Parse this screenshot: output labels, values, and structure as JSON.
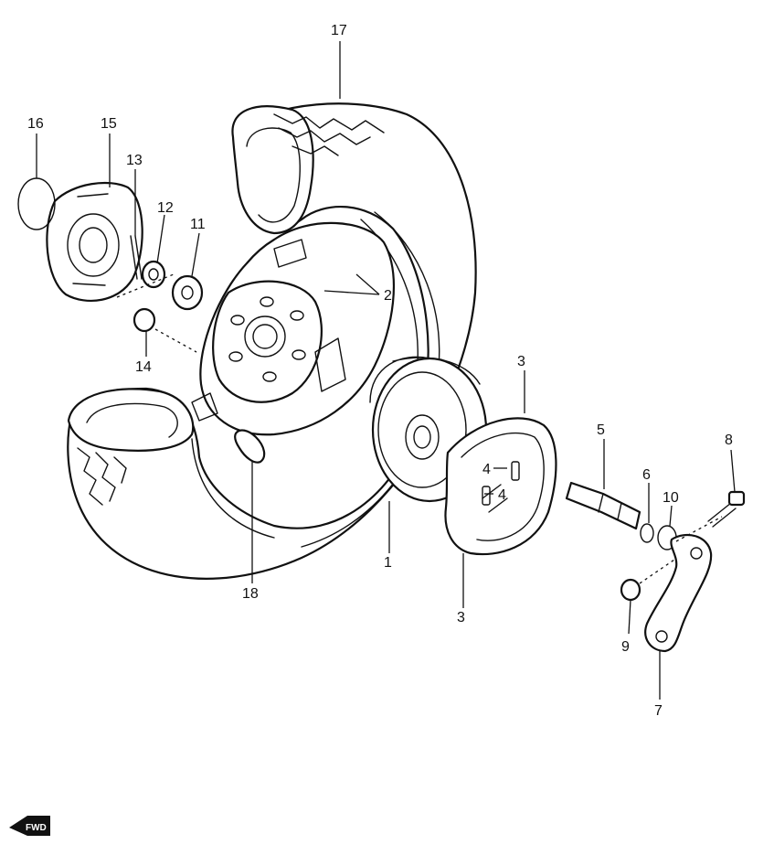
{
  "diagram": {
    "colors": {
      "ink": "#111111",
      "paper": "#ffffff"
    },
    "fwd_badge": "FWD",
    "callouts": [
      {
        "id": "c1",
        "label": "1"
      },
      {
        "id": "c2",
        "label": "2"
      },
      {
        "id": "c3a",
        "label": "3"
      },
      {
        "id": "c3b",
        "label": "3"
      },
      {
        "id": "c4a",
        "label": "4"
      },
      {
        "id": "c4b",
        "label": "4"
      },
      {
        "id": "c5",
        "label": "5"
      },
      {
        "id": "c6",
        "label": "6"
      },
      {
        "id": "c7",
        "label": "7"
      },
      {
        "id": "c8",
        "label": "8"
      },
      {
        "id": "c9",
        "label": "9"
      },
      {
        "id": "c10",
        "label": "10"
      },
      {
        "id": "c11",
        "label": "11"
      },
      {
        "id": "c12",
        "label": "12"
      },
      {
        "id": "c13",
        "label": "13"
      },
      {
        "id": "c14",
        "label": "14"
      },
      {
        "id": "c15",
        "label": "15"
      },
      {
        "id": "c16",
        "label": "16"
      },
      {
        "id": "c17",
        "label": "17"
      },
      {
        "id": "c18",
        "label": "18"
      }
    ]
  }
}
